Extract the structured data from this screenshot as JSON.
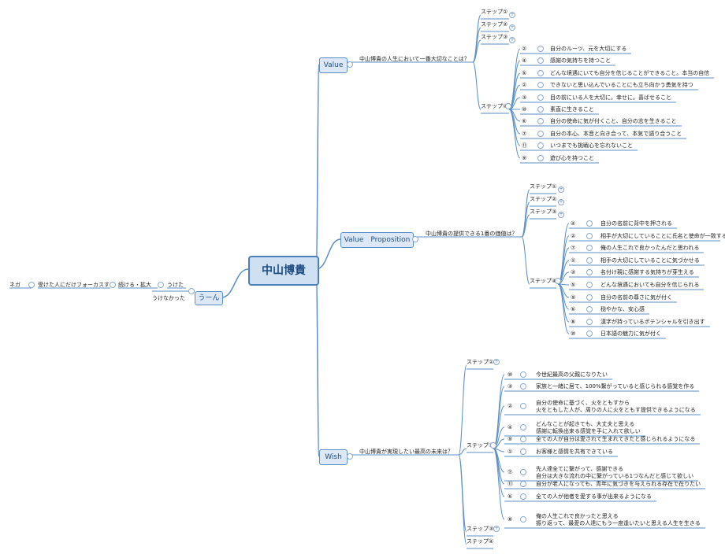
{
  "central": "中山博貴",
  "branches": {
    "value": {
      "label": "Value",
      "question": "中山博貴の人生において一番大切なことは？",
      "steps": [
        "ステップ①",
        "ステップ②",
        "ステップ③",
        "ステップ④"
      ],
      "items": [
        {
          "n": "②",
          "text": "自分のルーツ、元を大切にする"
        },
        {
          "n": "④",
          "text": "感謝の気持ちを持つこと"
        },
        {
          "n": "⑤",
          "text": "どんな境遇にいても自分を信じることができること。本当の自信"
        },
        {
          "n": "①",
          "text": "できないと思い込んでいることにも立ち向かう勇気を持つ"
        },
        {
          "n": "③",
          "text": "目の前にいる人を大切に。幸せに。喜ばせること"
        },
        {
          "n": "⑩",
          "text": "素直に生きること"
        },
        {
          "n": "⑥",
          "text": "自分の使命に気が付くこと、自分の志を生きること"
        },
        {
          "n": "⑦",
          "text": "自分の本心、本音と向き合って、本気で語り合うこと"
        },
        {
          "n": "⑪",
          "text": "いつまでも挑戦心を忘れないこと"
        },
        {
          "n": "⑨",
          "text": "遊び心を持つこと"
        }
      ]
    },
    "proposition": {
      "label": "Value　Proposition",
      "question": "中山博貴の提供できる1番の価値は？",
      "steps": [
        "ステップ①",
        "ステップ②",
        "ステップ③",
        "ステップ④"
      ],
      "items": [
        {
          "n": "④",
          "text": "自分の名前に背中を押される"
        },
        {
          "n": "②",
          "text": "相手が大切にしていることに氏名と使命が一致する"
        },
        {
          "n": "⑦",
          "text": "俺の人生これで良かったんだと思われる"
        },
        {
          "n": "①",
          "text": "相手の大切にしていることに気づかせる"
        },
        {
          "n": "③",
          "text": "名付け親に感謝する気持ちが芽生える"
        },
        {
          "n": "⑤",
          "text": "どんな境遇においても自分を信じられる"
        },
        {
          "n": "⑨",
          "text": "自分の名前の尊さに気が付く"
        },
        {
          "n": "⑥",
          "text": "穏やかな、安心感"
        },
        {
          "n": "⑧",
          "text": "漢字が持っているポテンシャルを引き出す"
        },
        {
          "n": "⑩",
          "text": "日本語の魅力に気が付く"
        }
      ]
    },
    "wish": {
      "label": "Wish",
      "question": "中山博貴が実現したい最高の未来は？",
      "steps": [
        "ステップ①",
        "ステップ②",
        "ステップ③",
        "ステップ④"
      ],
      "items": [
        {
          "n": "⑩",
          "lines": [
            "今世紀最高の父親になりたい"
          ]
        },
        {
          "n": "③",
          "lines": [
            "家族と一緒に居て、100%繋がっていると感じられる感覚を作る"
          ]
        },
        {
          "n": "②",
          "lines": [
            "自分の使命に基づく、火をともすから",
            "火をともした人が、周りの人に火をともす提供できるようになる"
          ]
        },
        {
          "n": "④",
          "lines": [
            "どんなことが起きても、大丈夫と思える",
            "感謝に転換出来る感覚を手に入れて欲しい"
          ]
        },
        {
          "n": "⑤",
          "lines": [
            "全ての人が自分は愛されて生まれてきたと感じられるようになる"
          ]
        },
        {
          "n": "①",
          "lines": [
            "お客様と感情を共有できている"
          ]
        },
        {
          "n": "⑦",
          "lines": [
            "先人達全てに繋がって、感謝できる",
            "自分は大きな流れの中に繋がっている1つなんだと感じて欲しい"
          ]
        },
        {
          "n": "⑪",
          "lines": [
            "自分が老人になっても、青年に気づきを与えられる存在で在りたい"
          ]
        },
        {
          "n": "⑥",
          "lines": [
            "全ての人が他者を愛する事が出来るようになる"
          ]
        },
        {
          "n": "⑧",
          "lines": [
            "俺の人生これで良かったと思える",
            "振り返って、最愛の人達にもう一度逢いたいと思える人生を生きる"
          ]
        }
      ]
    },
    "left": {
      "label": "うーん",
      "a": "うけた",
      "b": "うけなかった",
      "c": "続ける・拡大",
      "d": "受けた人にだけフォーカスする",
      "e": "ネガ"
    }
  }
}
